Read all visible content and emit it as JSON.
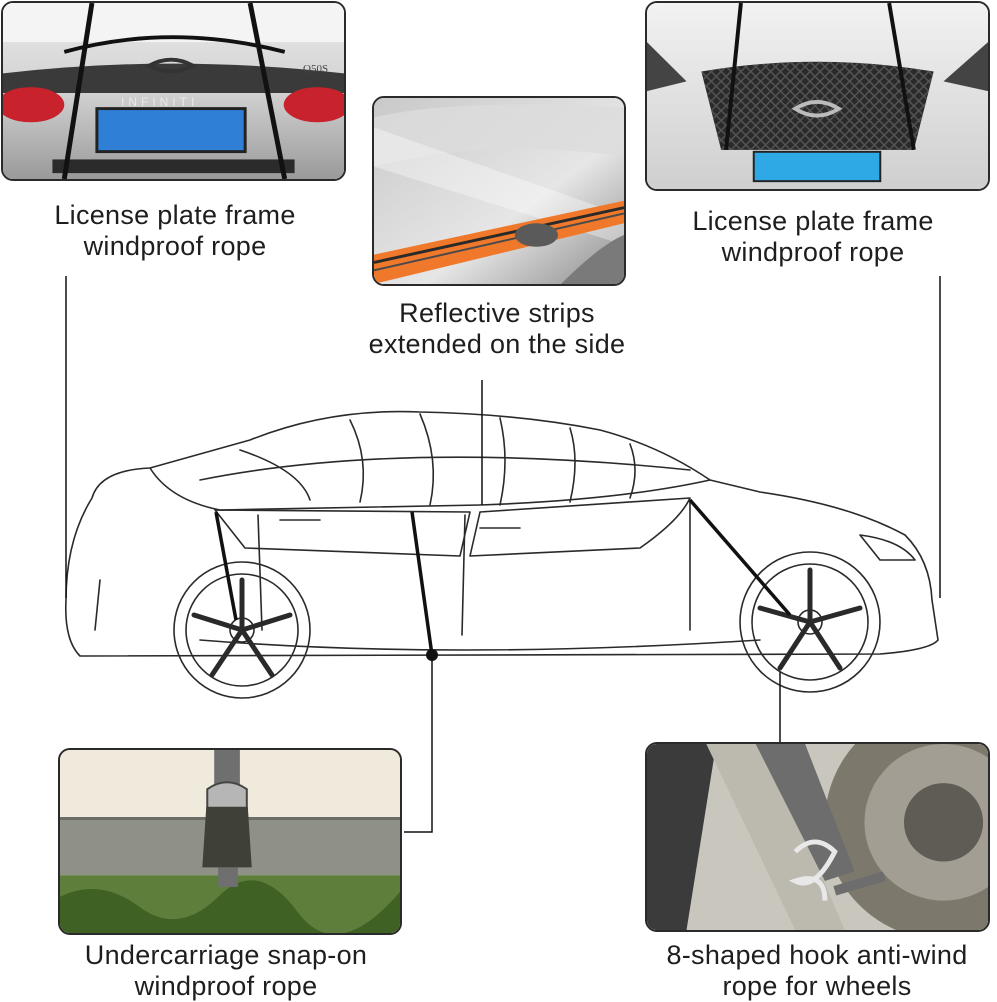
{
  "callouts": {
    "rear_plate": {
      "line1": "License plate frame",
      "line2": "windproof rope"
    },
    "side_strips": {
      "line1": "Reflective strips",
      "line2": "extended on the side"
    },
    "front_plate": {
      "line1": "License plate frame",
      "line2": "windproof rope"
    },
    "undercarriage": {
      "line1": "Undercarriage snap-on",
      "line2": "windproof rope"
    },
    "wheel_hook": {
      "line1": "8-shaped hook anti-wind",
      "line2": "rope for wheels"
    }
  },
  "photos": {
    "rear_plate": {
      "brand_text": "INFINITI",
      "model_text": "Q50S"
    }
  },
  "colors": {
    "plate_blue": "#2f7fd6",
    "reflective_orange": "#f0782a",
    "strap_gray": "#6f6f6f",
    "outline": "#2a2a2a"
  }
}
